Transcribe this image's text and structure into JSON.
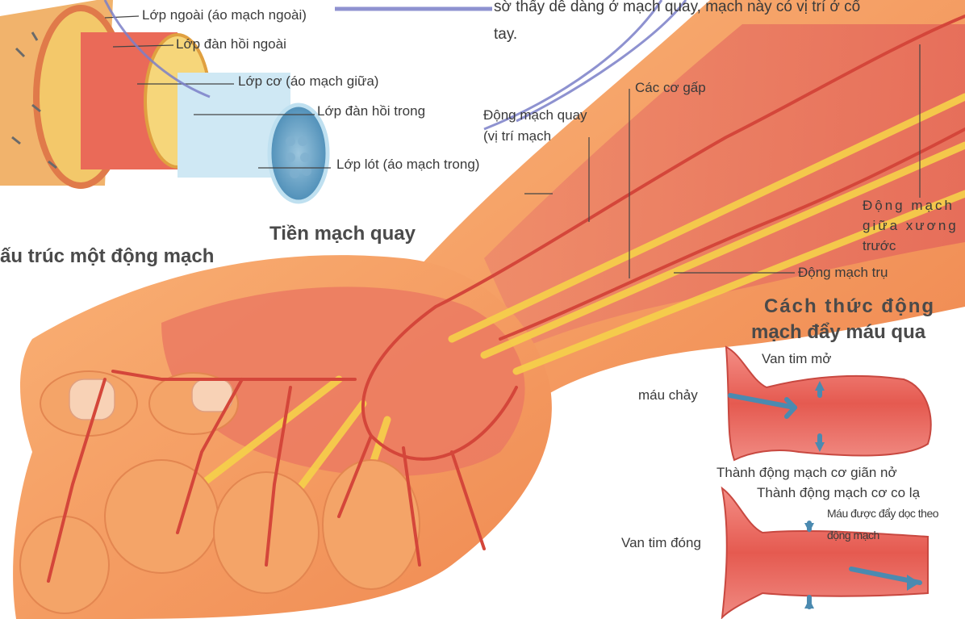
{
  "top_text": {
    "line1": "sờ thấy dễ dàng ở mạch quay, mạch này có vị trí ở cổ",
    "line2": "tay."
  },
  "artery_structure": {
    "title": "ấu trúc một động mạch",
    "labels": [
      "Lớp ngoài (áo mạch ngoài)",
      "Lớp đàn hồi ngoài",
      "Lớp cơ (áo mạch giữa)",
      "Lớp đàn hồi trong",
      "Lớp lót (áo mạch trong)"
    ]
  },
  "forearm": {
    "title": "Tiền mạch quay",
    "labels": {
      "flexors": "Các cơ gấp",
      "radial_line1": "Động mạch quay",
      "radial_line2": "(vị trí mạch",
      "interosseous_line1": "Động mạch",
      "interosseous_line2": "giữa xương",
      "interosseous_line3": "trước",
      "ulnar": "Động mạch trụ"
    }
  },
  "pumping": {
    "title_line1": "Cách thức động",
    "title_line2": "mạch đẩy máu qua",
    "labels": {
      "valve_open": "Van tim mở",
      "blood_flow": "máu chảy",
      "wall_dilates": "Thành động mạch cơ giãn nở",
      "wall_contracts": "Thành động mạch cơ co lạ",
      "pushed_line1": "Máu được đẩy dọc theo",
      "pushed_line2": "động mạch",
      "valve_closed": "Van tim đóng"
    }
  },
  "colors": {
    "skin": "#f6a060",
    "muscle": "#e8705e",
    "tendon": "#f7d040",
    "vessel": "#d8483c",
    "arrow": "#4b8ab0",
    "label_text": "#3a3a3a",
    "watermark": "#7b7fc8"
  }
}
